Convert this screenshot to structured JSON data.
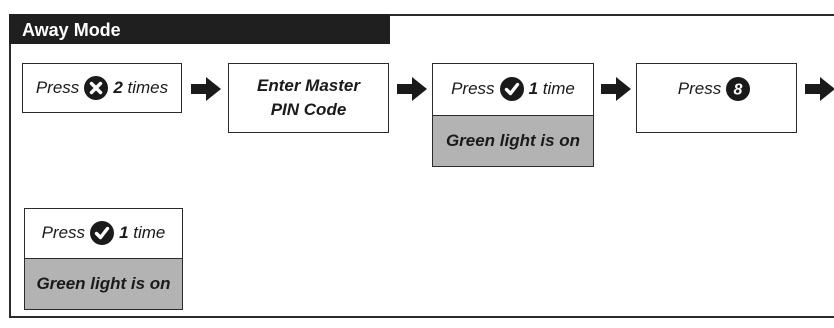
{
  "title": "Away Mode",
  "step1": {
    "prefix": "Press",
    "count": "2",
    "suffix": "times",
    "icon": "x-circle-icon"
  },
  "step2": {
    "line1": "Enter Master",
    "line2": "PIN Code"
  },
  "step3": {
    "prefix": "Press",
    "count": "1",
    "suffix": "time",
    "icon": "check-circle-icon",
    "status": "Green light is on"
  },
  "step4": {
    "prefix": "Press",
    "key": "8",
    "icon": "number-8-circle-icon"
  },
  "step5": {
    "prefix": "Press",
    "count": "1",
    "suffix": "time",
    "icon": "check-circle-icon",
    "status": "Green light is on"
  },
  "colors": {
    "title_bg": "#1f1f1f",
    "status_bg": "#b3b3b3",
    "icon_fill": "#1a1a1a"
  }
}
